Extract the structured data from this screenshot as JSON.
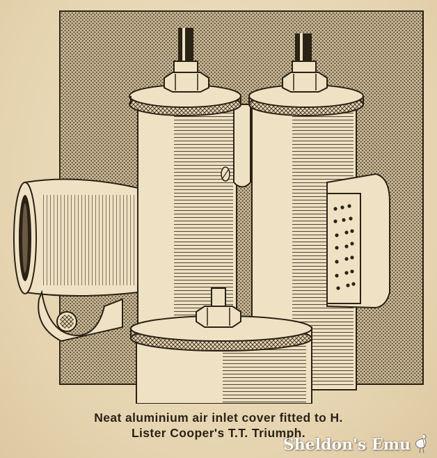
{
  "figure": {
    "subject": "aluminium-air-inlet-cover-engraving"
  },
  "caption": {
    "line1": "Neat aluminium air inlet cover fitted to H.",
    "line2": "Lister Cooper's T.T. Triumph."
  },
  "watermark": {
    "text": "Sheldon's Emu"
  },
  "colors": {
    "paper": "#e9d9b8",
    "ink": "#2b2216",
    "hatch_bg": "#9a8c74"
  }
}
